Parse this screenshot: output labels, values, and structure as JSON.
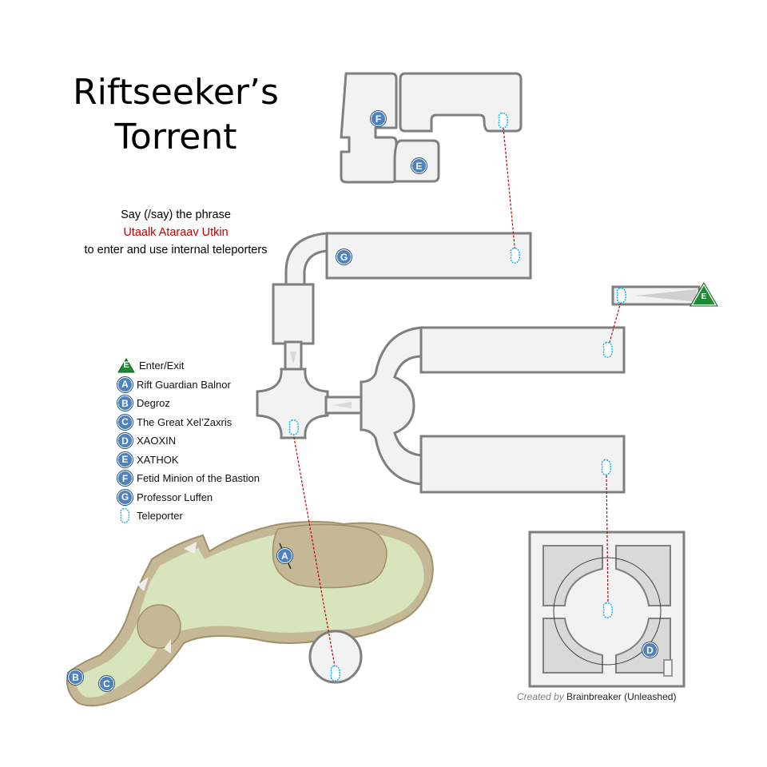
{
  "map": {
    "title_line1": "Riftseeker’s",
    "title_line2": "Torrent",
    "instructions": {
      "line1": "Say (/say) the phrase",
      "phrase": "Utaalk Ataraav Utkin",
      "line3": "to enter and use internal teleporters"
    },
    "legend": [
      {
        "key": "E",
        "label": "Enter/Exit",
        "shape": "green-triangle"
      },
      {
        "key": "A",
        "label": "Rift Guardian Balnor",
        "shape": "circle"
      },
      {
        "key": "B",
        "label": "Degroz",
        "shape": "circle"
      },
      {
        "key": "C",
        "label": "The Great Xel’Zaxris",
        "shape": "circle"
      },
      {
        "key": "D",
        "label": "XAOXIN",
        "shape": "circle"
      },
      {
        "key": "E",
        "label": "XATHOK",
        "shape": "circle"
      },
      {
        "key": "F",
        "label": "Fetid Minion of the Bastion",
        "shape": "circle"
      },
      {
        "key": "G",
        "label": "Professor Luffen",
        "shape": "circle"
      },
      {
        "key": "",
        "label": "Teleporter",
        "shape": "teleporter-icon"
      }
    ],
    "markers": {
      "F": "F",
      "E_top": "E",
      "G": "G",
      "E_exit": "E",
      "A": "A",
      "B": "B",
      "C": "C",
      "D": "D"
    },
    "credit": {
      "created_by": "Created by",
      "author": "Brainbreaker (Unleashed)"
    },
    "colors": {
      "room_fill": "#f2f2f2",
      "room_stroke": "#7f7f7f",
      "marker_blue": "#4f81bd",
      "enter_green": "#1e8c34",
      "teleporter_cyan": "#00b0f0",
      "link_red": "#c00000",
      "cave_green": "#d7e4bd",
      "cave_brown": "#c4b896",
      "dark_room": "#d9d9d9"
    }
  }
}
